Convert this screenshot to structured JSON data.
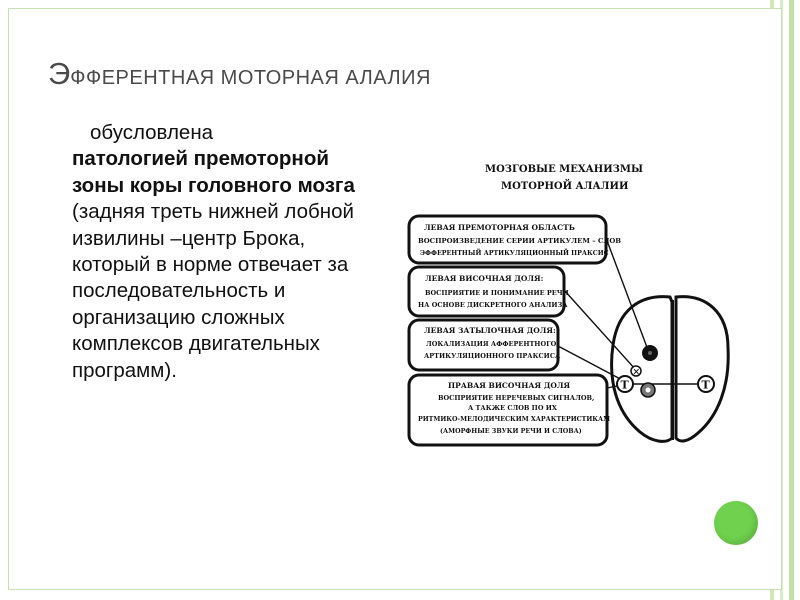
{
  "title": {
    "first_letter": "Э",
    "rest": "ФФЕРЕНТНАЯ МОТОРНАЯ АЛАЛИЯ"
  },
  "body": {
    "intro": "обусловлена",
    "bold": "патологией премоторной зоны коры головного мозга",
    "rest": " (задняя треть нижней лобной извилины –центр Брока, который в норме отвечает за последовательность и организацию сложных комплексов двигательных программ)."
  },
  "diagram": {
    "heading_line1": "МОЗГОВЫЕ МЕХАНИЗМЫ",
    "heading_line2": "МОТОРНОЙ АЛАЛИИ",
    "boxes": [
      {
        "title": "ЛЕВАЯ ПРЕМОТОРНАЯ ОБЛАСТЬ",
        "line1": "ВОСПРОИЗВЕДЕНИЕ СЕРИИ АРТИКУЛЕМ – СЛОВ",
        "line2": "ЭФФЕРЕНТНЫЙ АРТИКУЛЯЦИОННЫЙ ПРАКСИС"
      },
      {
        "title": "ЛЕВАЯ ВИСОЧНАЯ ДОЛЯ:",
        "line1": "ВОСПРИЯТИЕ И ПОНИМАНИЕ РЕЧИ",
        "line2": "НА ОСНОВЕ ДИСКРЕТНОГО АНАЛИЗА"
      },
      {
        "title": "ЛЕВАЯ ЗАТЫЛОЧНАЯ ДОЛЯ:",
        "line1": "ЛОКАЛИЗАЦИЯ АФФЕРЕНТНОГО",
        "line2": "АРТИКУЛЯЦИОННОГО ПРАКСИСА"
      },
      {
        "title": "ПРАВАЯ ВИСОЧНАЯ ДОЛЯ",
        "line1": "ВОСПРИЯТИЕ НЕРЕЧЕВЫХ СИГНАЛОВ,",
        "line2": "А ТАКЖЕ СЛОВ ПО ИХ",
        "line3": "РИТМИКО-МЕЛОДИЧЕСКИМ ХАРАКТЕРИСТИКАМ",
        "line4": "(АМОРФНЫЕ ЗВУКИ РЕЧИ И СЛОВА)"
      }
    ],
    "marker_t": "Т",
    "marker_x": "×"
  },
  "colors": {
    "accent_green": "#6fd14d",
    "stripe_green": "#cfe6b6",
    "title_gray": "#4a4a4a"
  }
}
